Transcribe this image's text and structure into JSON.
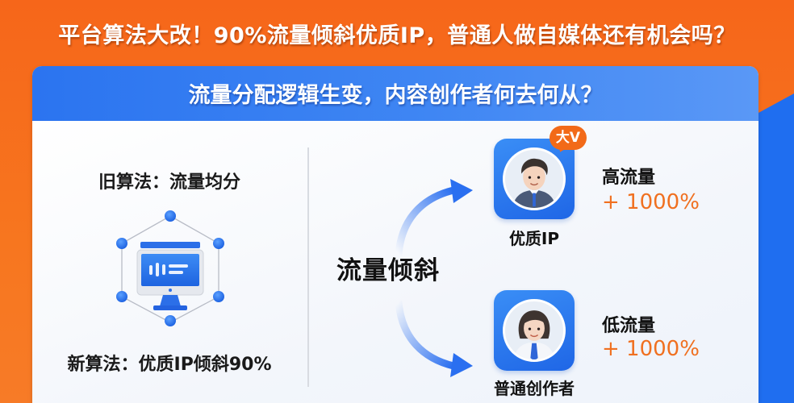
{
  "page": {
    "title": "平台算法大改！90%流量倾斜优质IP，普通人做自媒体还有机会吗？",
    "colors": {
      "background_orange": "#f6661a",
      "header_blue": "#2b74f0",
      "accent_blue": "#1f66e6",
      "stat_orange": "#f07020",
      "badge_orange": "#f26a18"
    }
  },
  "card": {
    "header": "流量分配逻辑生变，内容创作者何去何从？",
    "left": {
      "old_algorithm": "旧算法：流量均分",
      "icon": "network-computer-icon",
      "new_algorithm": "新算法：优质IP倾斜90%"
    },
    "center": {
      "label": "流量倾斜",
      "icons": [
        "arrow-up-right-icon",
        "arrow-down-right-icon"
      ]
    },
    "right": {
      "top": {
        "badge": "大V",
        "caption": "优质IP",
        "stat_label": "高流量",
        "stat_value": "+ 1000%",
        "icon": "male-avatar-icon"
      },
      "bottom": {
        "caption": "普通创作者",
        "stat_label": "低流量",
        "stat_value": "+ 1000%",
        "icon": "female-avatar-icon"
      }
    }
  }
}
